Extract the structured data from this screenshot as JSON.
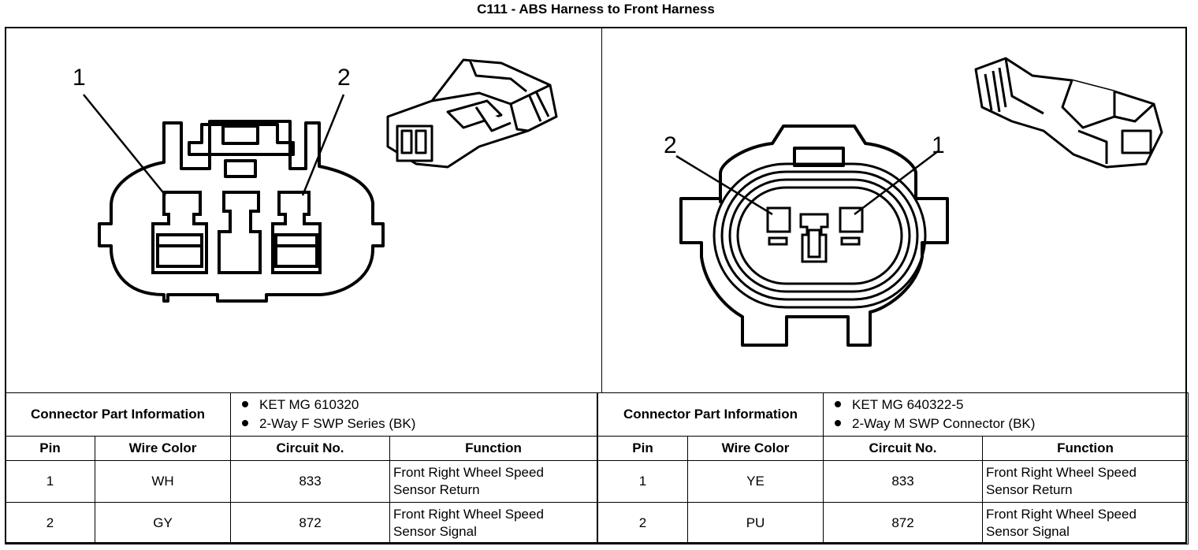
{
  "title": "C111 - ABS Harness to Front Harness",
  "left": {
    "pin_labels": [
      "1",
      "2"
    ],
    "cpi_label": "Connector Part Information",
    "cpi_items": [
      "KET MG 610320",
      "2-Way F SWP Series (BK)"
    ],
    "headers": [
      "Pin",
      "Wire Color",
      "Circuit No.",
      "Function"
    ],
    "rows": [
      {
        "pin": "1",
        "wire": "WH",
        "circuit": "833",
        "function_1": "Front Right Wheel Speed",
        "function_2": "Sensor Return"
      },
      {
        "pin": "2",
        "wire": "GY",
        "circuit": "872",
        "function_1": "Front Right Wheel Speed",
        "function_2": "Sensor Signal"
      }
    ]
  },
  "right": {
    "pin_labels": [
      "2",
      "1"
    ],
    "cpi_label": "Connector Part Information",
    "cpi_items": [
      "KET MG 640322-5",
      "2-Way M SWP Connector (BK)"
    ],
    "headers": [
      "Pin",
      "Wire Color",
      "Circuit No.",
      "Function"
    ],
    "rows": [
      {
        "pin": "1",
        "wire": "YE",
        "circuit": "833",
        "function_1": "Front Right Wheel Speed",
        "function_2": "Sensor Return"
      },
      {
        "pin": "2",
        "wire": "PU",
        "circuit": "872",
        "function_1": "Front Right Wheel Speed",
        "function_2": "Sensor Signal"
      }
    ]
  }
}
